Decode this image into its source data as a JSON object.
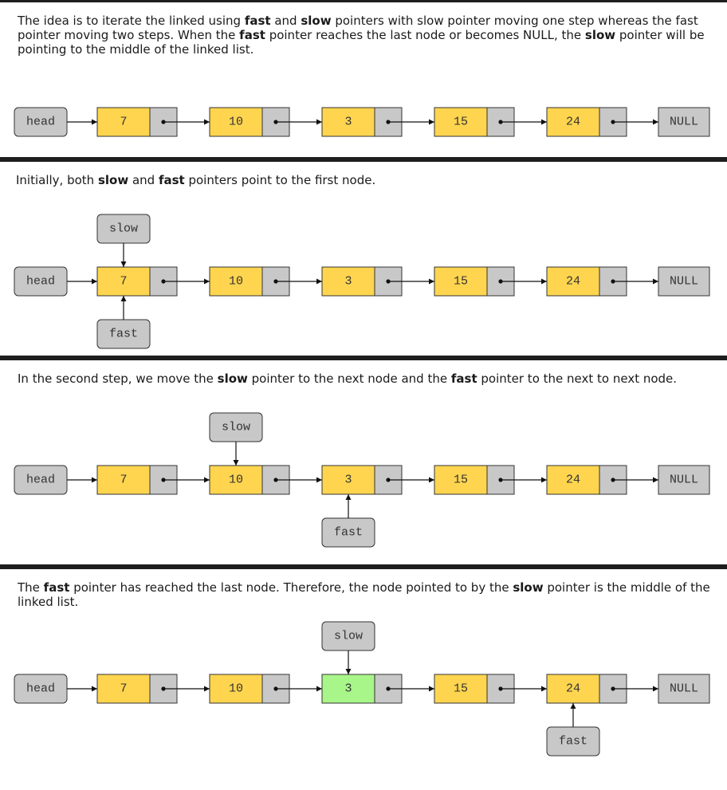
{
  "colors": {
    "node_data": "#ffd54f",
    "node_pointer": "#c8c8c8",
    "middle_node": "#a8f58a",
    "label_box": "#c8c8c8",
    "divider": "#1e1e1e"
  },
  "labels": {
    "head": "head",
    "null": "NULL",
    "slow": "slow",
    "fast": "fast"
  },
  "list_values": [
    "7",
    "10",
    "3",
    "15",
    "24"
  ],
  "panels": [
    {
      "description": [
        {
          "text": "The idea is to iterate the linked using "
        },
        {
          "text": "fast",
          "bold": true
        },
        {
          "text": " and "
        },
        {
          "text": "slow",
          "bold": true
        },
        {
          "text": " pointers with slow pointer moving one step whereas the fast pointer moving two steps. When the "
        },
        {
          "text": "fast",
          "bold": true
        },
        {
          "text": " pointer reaches the last node or becomes NULL, the "
        },
        {
          "text": "slow",
          "bold": true
        },
        {
          "text": " pointer will be pointing to the middle of the linked list."
        }
      ],
      "slow_index": null,
      "fast_index": null,
      "highlight_index": null
    },
    {
      "description": [
        {
          "text": "Initially, both "
        },
        {
          "text": "slow",
          "bold": true
        },
        {
          "text": " and "
        },
        {
          "text": "fast",
          "bold": true
        },
        {
          "text": " pointers point to the first node."
        }
      ],
      "slow_index": 0,
      "fast_index": 0,
      "highlight_index": null
    },
    {
      "description": [
        {
          "text": "In the second step, we move the "
        },
        {
          "text": "slow",
          "bold": true
        },
        {
          "text": " pointer to the next node and the "
        },
        {
          "text": "fast",
          "bold": true
        },
        {
          "text": " pointer to the next to next node."
        }
      ],
      "slow_index": 1,
      "fast_index": 2,
      "highlight_index": null
    },
    {
      "description": [
        {
          "text": "The "
        },
        {
          "text": "fast",
          "bold": true
        },
        {
          "text": " pointer has reached the last node. Therefore, the node pointed to by the "
        },
        {
          "text": "slow",
          "bold": true
        },
        {
          "text": " pointer is the middle of the linked list."
        }
      ],
      "slow_index": 2,
      "fast_index": 4,
      "highlight_index": 2
    }
  ]
}
